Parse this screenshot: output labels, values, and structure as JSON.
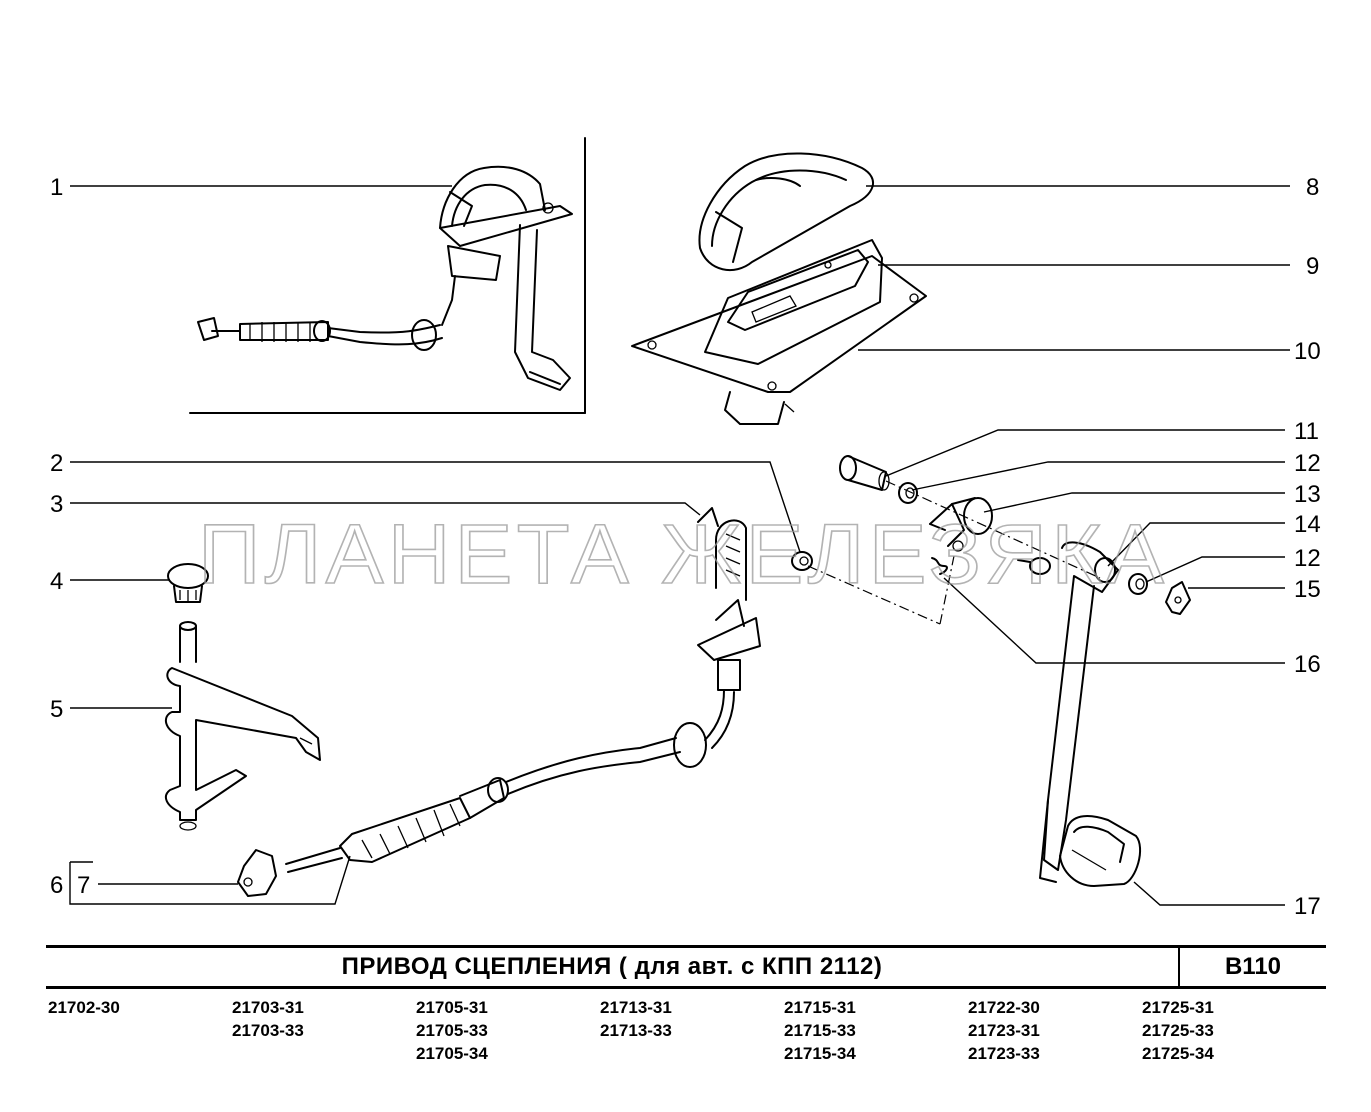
{
  "watermark": "ПЛАНЕТА ЖЕЛЕЗЯКА",
  "callouts": [
    "1",
    "2",
    "3",
    "4",
    "5",
    "6",
    "7",
    "8",
    "9",
    "10",
    "11",
    "12",
    "13",
    "14",
    "12",
    "15",
    "16",
    "17"
  ],
  "title": "ПРИВОД   СЦЕПЛЕНИЯ  ( для авт. с КПП 2112)",
  "code": "В110",
  "models": [
    [
      "21702-30"
    ],
    [
      "21703-31",
      "21703-33"
    ],
    [
      "21705-31",
      "21705-33",
      "21705-34"
    ],
    [
      "21713-31",
      "21713-33"
    ],
    [
      "21715-31",
      "21715-33",
      "21715-34"
    ],
    [
      "21722-30",
      "21723-31",
      "21723-33"
    ],
    [
      "21725-31",
      "21725-33",
      "21725-34"
    ]
  ]
}
